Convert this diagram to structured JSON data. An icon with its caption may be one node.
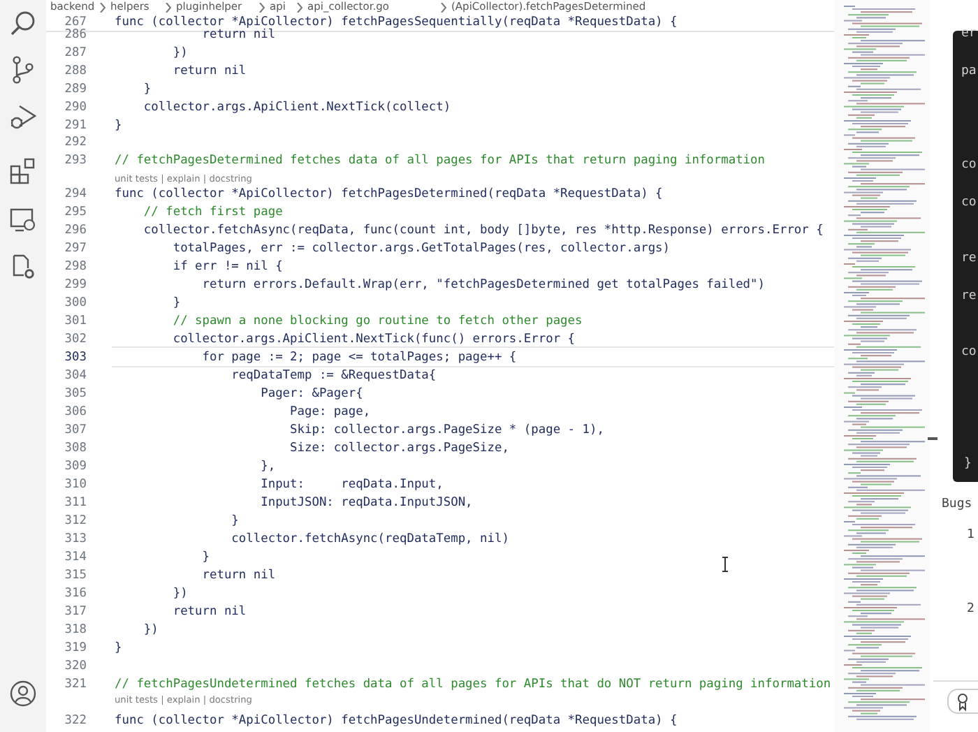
{
  "diagram": {
    "labels": [
      "backend",
      "helpers",
      "pluginhelper",
      "api",
      "api_collector.go",
      "(ApiCollector).fetchPagesDetermined",
      "267",
      "func (collector *ApiCollector) fetchPagesSequentially(reqData *RequestData) {",
      "286",
      "            return nil",
      "287",
      "        })",
      "288",
      "        return nil",
      "289",
      "    }",
      "290",
      "    collector.args.ApiClient.NextTick(collect)",
      "291",
      "}",
      "292",
      "293",
      "// fetchPagesDetermined fetches data of all pages for APIs that return paging information",
      "unit tests | explain | docstring",
      "294",
      "func (collector *ApiCollector) fetchPagesDetermined(reqData *RequestData) {",
      "295",
      "    // fetch first page",
      "296",
      "    collector.fetchAsync(reqData, func(count int, body []byte, res *http.Response) errors.Error {",
      "297",
      "        totalPages, err := collector.args.GetTotalPages(res, collector.args)",
      "298",
      "        if err != nil {",
      "299",
      "            return errors.Default.Wrap(err, \"fetchPagesDetermined get totalPages failed\")",
      "300",
      "        }",
      "301",
      "        // spawn a none blocking go routine to fetch other pages",
      "302",
      "        collector.args.ApiClient.NextTick(func() errors.Error {",
      "303",
      "            for page := 2; page <= totalPages; page++ {",
      "304",
      "                reqDataTemp := &RequestData{",
      "305",
      "                    Pager: &Pager{",
      "306",
      "                        Page: page,",
      "307",
      "                        Skip: collector.args.PageSize * (page - 1),",
      "308",
      "                        Size: collector.args.PageSize,",
      "309",
      "                    },",
      "310",
      "                    Input:     reqData.Input,",
      "311",
      "                    InputJSON: reqData.InputJSON,",
      "312",
      "                }",
      "313",
      "                collector.fetchAsync(reqDataTemp, nil)",
      "314",
      "            }",
      "315",
      "            return nil",
      "316",
      "        })",
      "317",
      "        return nil",
      "318",
      "    })",
      "319",
      "}",
      "320",
      "321",
      "// fetchPagesUndetermined fetches data of all pages for APIs that do NOT return paging information",
      "unit tests | explain | docstring",
      "322",
      "func (collector *ApiCollector) fetchPagesUndetermined(reqData *RequestData) {",
      "er",
      "pa",
      "co",
      "co",
      "re",
      "re",
      "co",
      "}",
      "Bugs",
      "1",
      "2"
    ]
  }
}
